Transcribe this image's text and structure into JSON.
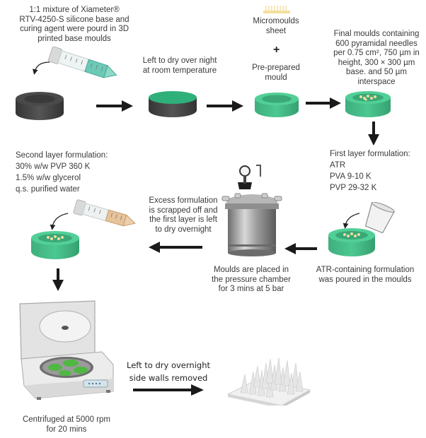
{
  "title": "Dissolving microneedle fabrication workflow",
  "colors": {
    "mould_green": "#3dba84",
    "mould_green_dark": "#2e9a6b",
    "base_dark": "#3f3f3f",
    "arrow": "#1a1a1a",
    "text": "#3a3a3a",
    "micromould_yellow": "#f6e6a6",
    "tube_teal": "#6cc9b6",
    "tube_tan": "#e7c39a"
  },
  "steps": {
    "step1": {
      "lines": [
        "1:1 mixture of Xiameter®",
        "RTV-4250-S silicone base and",
        "curing agent were pourd in 3D",
        "printed base moulds"
      ]
    },
    "step2": {
      "lines": [
        "Left to dry over night",
        "at room temperature"
      ]
    },
    "step3": {
      "micromoulds": [
        "Micromoulds",
        "sheet"
      ],
      "plus": "+",
      "mould": [
        "Pre-prepared",
        "mould"
      ]
    },
    "step4": {
      "lines": [
        "Final moulds containing",
        "600 pyramidal needles",
        "per 0.75 cm², 750 µm in",
        "height, 300 × 300 µm",
        "base. and 50 µm",
        "interspace"
      ]
    },
    "step5": {
      "lines": [
        "First layer formulation:",
        "ATR",
        "PVA 9-10 K",
        "PVP 29-32 K"
      ],
      "caption": [
        "ATR-containing formulation",
        "was poured in the moulds"
      ]
    },
    "step6": {
      "caption": [
        "Moulds are placed in",
        "the pressure chamber",
        "for 3 mins at 5 bar"
      ]
    },
    "step7": {
      "lines": [
        "Excess formulation",
        "is scrapped off and",
        "the first layer is left",
        "to dry overnight"
      ]
    },
    "step8": {
      "lines": [
        "Second layer formulation:",
        "30% w/w PVP 360 K",
        "1.5% w/w glycerol",
        "q.s. purified water"
      ]
    },
    "step9": {
      "caption": [
        "Centrifuged at 5000 rpm",
        "for 20 mins"
      ]
    },
    "step10": {
      "lines": [
        "Left to dry overnight",
        "side walls removed"
      ]
    }
  },
  "icons": [
    "falcon-tube-teal-icon",
    "falcon-tube-tan-icon",
    "curved-arrow-icon",
    "black-base-mould-icon",
    "green-mould-icon",
    "micromould-sheet-icon",
    "pressure-chamber-icon",
    "beaker-icon",
    "centrifuge-icon",
    "microneedle-patch-icon",
    "flow-arrow-icon"
  ]
}
